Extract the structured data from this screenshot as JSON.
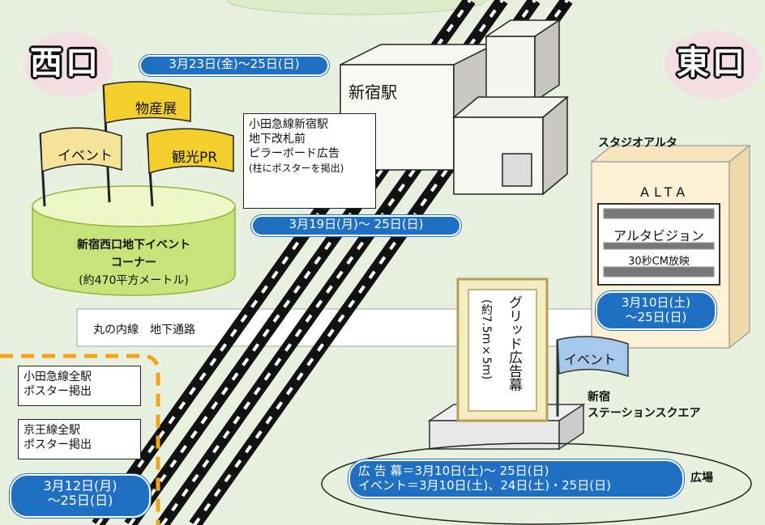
{
  "west": {
    "label": "西口",
    "date": "3月23日(金)～25日(日)",
    "flags": [
      "物産展",
      "イベント",
      "観光PR"
    ],
    "corner_title_1": "新宿西口地下イベント",
    "corner_title_2": "コーナー",
    "corner_area": "(約470平方メートル)"
  },
  "east": {
    "label": "東口"
  },
  "station": {
    "name": "新宿駅"
  },
  "pillar_ad": {
    "lines": [
      "小田急線新宿駅",
      "地下改札前",
      "ピラーボード広告"
    ],
    "sub": "(柱にポスターを掲出)",
    "date": "3月19日(月)～ 25日(日)"
  },
  "alta": {
    "title": "スタジオアルタ",
    "logo": "ALTA",
    "vision": "アルタビジョン",
    "cm": "30秒CM放映",
    "date_1": "3月10日(土)",
    "date_2": "～25日(日)"
  },
  "underpass": {
    "label": "丸の内線　地下通路"
  },
  "grid_ad": {
    "text_main": "グリッド広告幕",
    "text_size": "(約7.5m×5m)",
    "flag": "イベント"
  },
  "square": {
    "label_1": "新宿",
    "label_2": "ステーションスクエア",
    "plaza": "広場",
    "line_1": "広 告 幕＝3月10日(土)～ 25日(日)",
    "line_2": "イベント＝3月10日(土)、24日(土)・25日(日)"
  },
  "posters": {
    "odakyu_1": "小田急線全駅",
    "odakyu_2": "ポスター掲出",
    "keio_1": "京王線全駅",
    "keio_2": "ポスター掲出",
    "date_1": "3月12日(月)",
    "date_2": "～25日(日)"
  }
}
